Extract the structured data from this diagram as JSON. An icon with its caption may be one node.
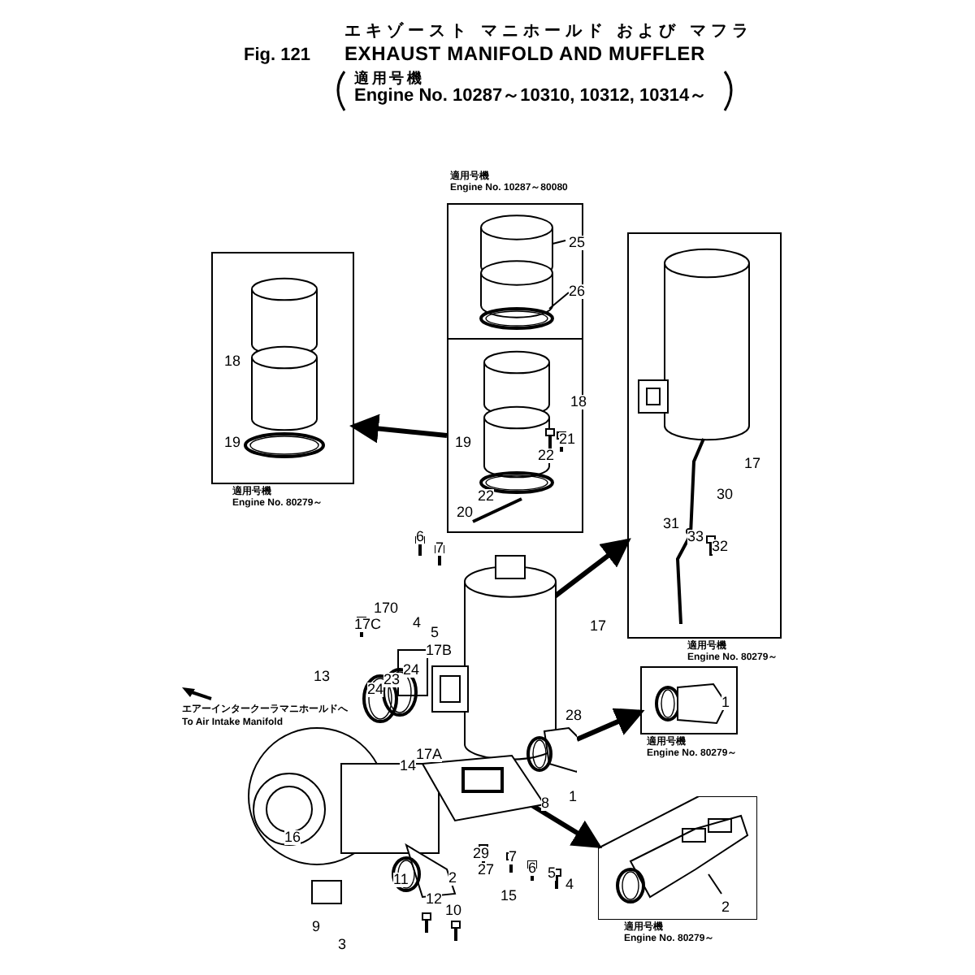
{
  "diagram": {
    "title": "EXHAUST MANIFOLD AND MUFFLER",
    "nodes": [
      {
        "text": [],
        "shape": "picture",
        "beside": [
          "適用号機",
          "Engine No. 10287～80080"
        ]
      },
      {
        "text": [],
        "shape": "picture"
      },
      {
        "text": [],
        "shape": "picture",
        "beside": [
          "適用号機",
          "Engine No. 80279～"
        ]
      },
      {
        "text": [],
        "shape": "picture",
        "beside": [
          "適用号機",
          "Engine No. 80279～"
        ]
      },
      {
        "text": [],
        "shape": "picture"
      },
      {
        "text": [],
        "shape": "picture",
        "beside": [
          "適用号機",
          "Engine No. 80279～"
        ]
      },
      {
        "text": [],
        "shape": "picture",
        "beside": [
          "適用号機",
          "Engine No. 80279～"
        ]
      }
    ],
    "edges": [
      {
        "from": 1,
        "to": 2,
        "arrow": "to"
      },
      {
        "from": 4,
        "to": 3,
        "arrow": "to"
      },
      {
        "from": 4,
        "to": 5,
        "arrow": "to"
      },
      {
        "from": 4,
        "to": 6,
        "arrow": "to"
      }
    ],
    "labels": [
      "Fig. 121",
      "エキゾースト マニホールド および マフラ",
      "適用号機",
      "Engine No. 10287～10310, 10312, 10314～",
      "25",
      "26",
      "18",
      "19",
      "21",
      "22",
      "22",
      "20",
      "18",
      "19",
      "17",
      "30",
      "31",
      "33",
      "32",
      "6",
      "7",
      "170",
      "17C",
      "4",
      "5",
      "17B",
      "24",
      "23",
      "24",
      "13",
      "エアーインタークーラマニホールドへ",
      "To Air Intake Manifold",
      "17",
      "28",
      "17A",
      "14",
      "16",
      "8",
      "1",
      "29",
      "27",
      "2",
      "7",
      "6",
      "5",
      "4",
      "15",
      "9",
      "3",
      "11",
      "12",
      "10",
      "1",
      "2"
    ]
  }
}
